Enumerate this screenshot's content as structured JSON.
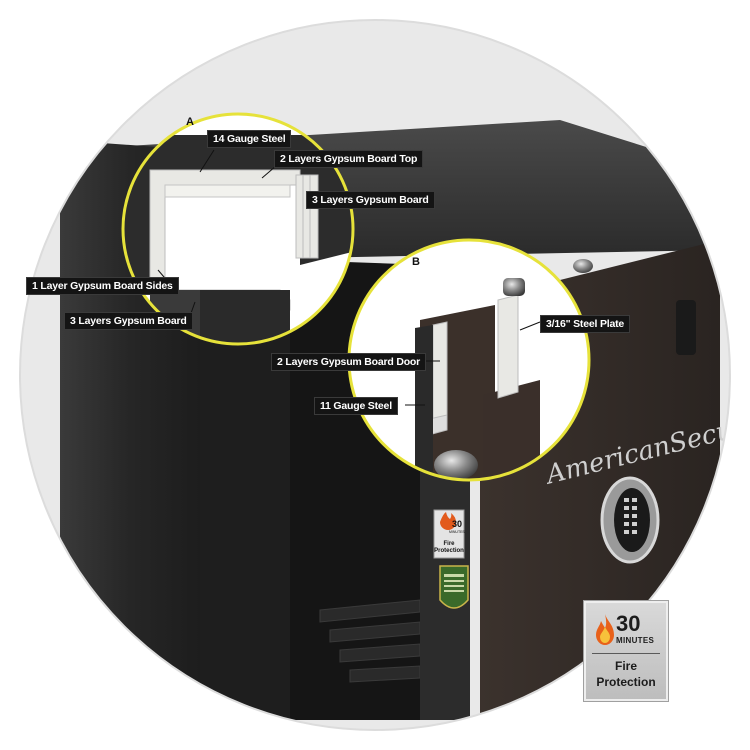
{
  "callouts": {
    "detail_a": "A",
    "detail_b": "B",
    "gauge14": "14 Gauge Steel",
    "gyp2_top": "2 Layers Gypsum Board Top",
    "gyp3_top": "3 Layers Gypsum Board",
    "gyp1_sides": "1 Layer Gypsum Board Sides",
    "gyp3_bottom": "3 Layers Gypsum Board",
    "steel_plate": "3/16\" Steel Plate",
    "gyp2_door": "2 Layers Gypsum Board Door",
    "gauge11": "11 Gauge Steel"
  },
  "badge": {
    "number": "30",
    "unit": "MINUTES",
    "line1": "Fire",
    "line2": "Protection"
  },
  "door_sticker": {
    "number": "30",
    "unit": "MINUTES",
    "line1": "Fire",
    "line2": "Protection"
  },
  "colors": {
    "safe_body": "#2b2b2b",
    "safe_door": "#3a302c",
    "gypsum": "#e8e8e4",
    "highlight_ring": "#e6e23a",
    "callout_bg": "#141414"
  }
}
